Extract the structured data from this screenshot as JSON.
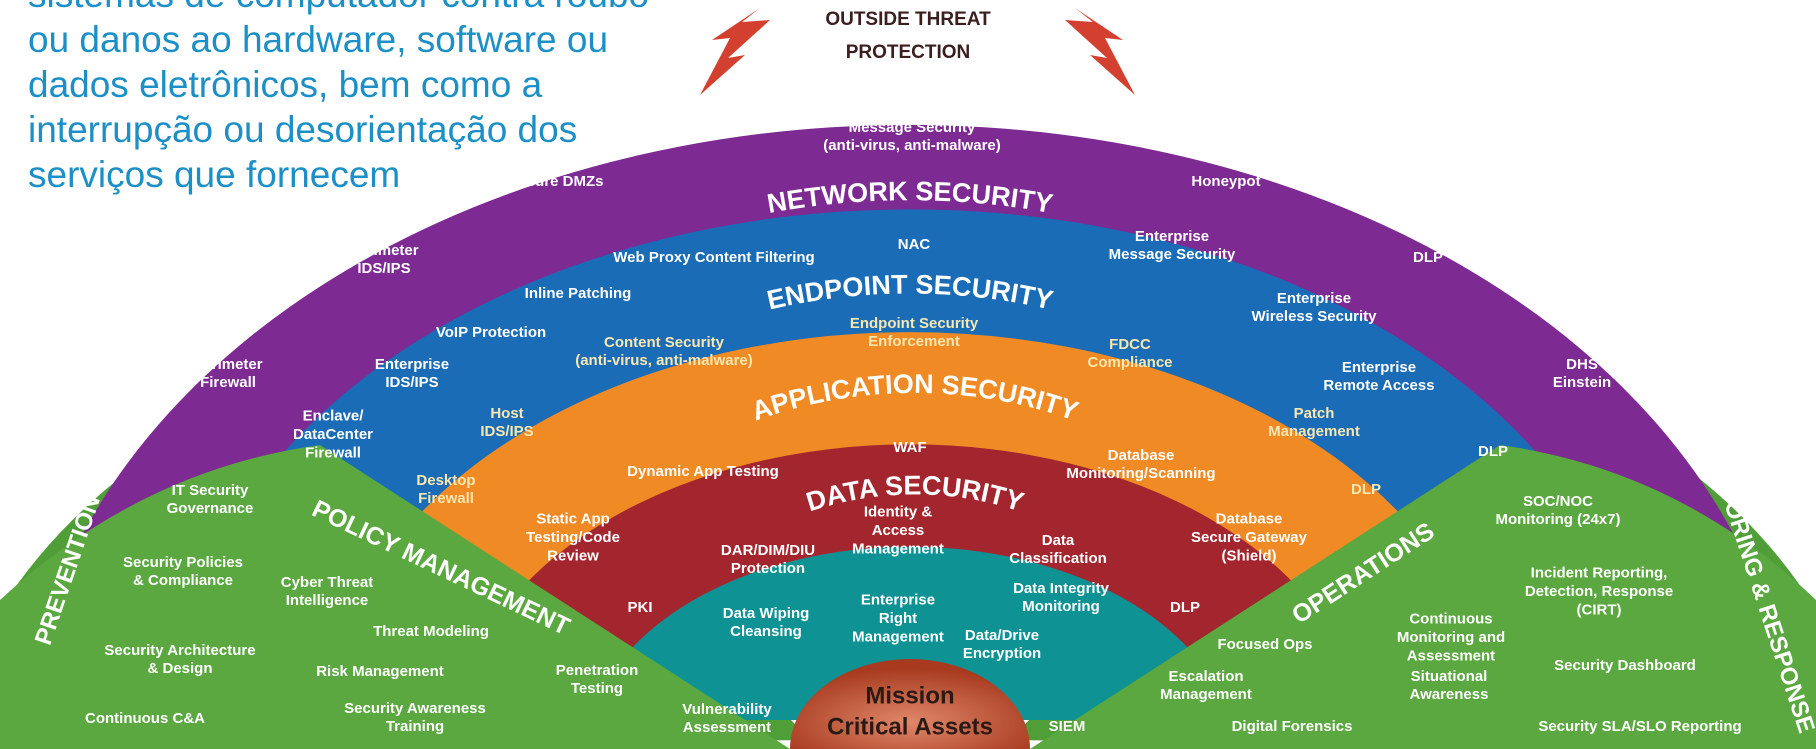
{
  "intro_text": "sistemas de computador contra roubo\nou danos ao hardware, software ou\ndados eletrônicos, bem como a\ninterrupção ou desorientação dos\nserviços que fornecem",
  "threat": {
    "line1": "OUTSIDE THREAT",
    "line2": "PROTECTION"
  },
  "colors": {
    "perimeter": "#7d2a93",
    "network": "#1a6cb6",
    "endpoint": "#f08a24",
    "application": "#a3262f",
    "data": "#0f9294",
    "base": "#4f9e38",
    "core": "#b84b2c"
  },
  "rings": {
    "perimeter": {
      "title": "PERIMETER SECURITY",
      "items": {
        "message_security": [
          "Message Security",
          "(anti-virus, anti-malware)"
        ],
        "secure_dmzs": [
          "Secure DMZs"
        ],
        "honeypot": [
          "Honeypot"
        ],
        "perimeter_ids": [
          "Perimeter",
          "IDS/IPS"
        ],
        "dlp": [
          "DLP"
        ],
        "perimeter_firewall": [
          "Perimeter",
          "Firewall"
        ],
        "dhs_einstein": [
          "DHS",
          "Einstein"
        ]
      }
    },
    "network": {
      "title": "NETWORK SECURITY",
      "items": {
        "web_proxy": [
          "Web Proxy Content Filtering"
        ],
        "nac": [
          "NAC"
        ],
        "enterprise_message": [
          "Enterprise",
          "Message Security"
        ],
        "inline_patching": [
          "Inline Patching"
        ],
        "enterprise_wireless": [
          "Enterprise",
          "Wireless Security"
        ],
        "voip": [
          "VoIP Protection"
        ],
        "enterprise_ids": [
          "Enterprise",
          "IDS/IPS"
        ],
        "enterprise_remote": [
          "Enterprise",
          "Remote Access"
        ],
        "enclave_firewall": [
          "Enclave/",
          "DataCenter",
          "Firewall"
        ],
        "dlp": [
          "DLP"
        ]
      }
    },
    "endpoint": {
      "title": "ENDPOINT SECURITY",
      "items": {
        "content_security": [
          "Content Security",
          "(anti-virus, anti-malware)"
        ],
        "endpoint_enforcement": [
          "Endpoint Security",
          "Enforcement"
        ],
        "fdcc": [
          "FDCC",
          "Compliance"
        ],
        "host_ids": [
          "Host",
          "IDS/IPS"
        ],
        "patch_management": [
          "Patch",
          "Management"
        ],
        "desktop_firewall": [
          "Desktop",
          "Firewall"
        ],
        "dlp": [
          "DLP"
        ]
      }
    },
    "application": {
      "title": "APPLICATION SECURITY",
      "items": {
        "waf": [
          "WAF"
        ],
        "dynamic_app_testing": [
          "Dynamic App Testing"
        ],
        "database_monitoring": [
          "Database",
          "Monitoring/Scanning"
        ],
        "static_app_testing": [
          "Static App",
          "Testing/Code",
          "Review"
        ],
        "database_gateway": [
          "Database",
          "Secure Gateway",
          "(Shield)"
        ]
      }
    },
    "data": {
      "title": "DATA SECURITY",
      "items": {
        "identity_access": [
          "Identity &",
          "Access",
          "Management"
        ],
        "dar_protection": [
          "DAR/DIM/DIU",
          "Protection"
        ],
        "data_classification": [
          "Data",
          "Classification"
        ],
        "data_integrity": [
          "Data Integrity",
          "Monitoring"
        ],
        "pki": [
          "PKI"
        ],
        "data_wiping": [
          "Data Wiping",
          "Cleansing"
        ],
        "enterprise_right": [
          "Enterprise",
          "Right",
          "Management"
        ],
        "dlp": [
          "DLP"
        ],
        "drive_encryption": [
          "Data/Drive",
          "Encryption"
        ]
      }
    }
  },
  "core": {
    "line1": "Mission",
    "line2": "Critical Assets"
  },
  "prevention": {
    "title": "PREVENTION",
    "items": {
      "it_governance": [
        "IT Security",
        "Governance"
      ],
      "policies": [
        "Security Policies",
        "& Compliance"
      ],
      "architecture": [
        "Security Architecture",
        "& Design"
      ],
      "continuous_ca": [
        "Continuous C&A"
      ]
    }
  },
  "policy_management": {
    "title": "POLICY MANAGEMENT",
    "items": {
      "cyber_threat": [
        "Cyber Threat",
        "Intelligence"
      ],
      "threat_modeling": [
        "Threat Modeling"
      ],
      "risk_management": [
        "Risk Management"
      ],
      "awareness": [
        "Security Awareness",
        "Training"
      ],
      "penetration": [
        "Penetration",
        "Testing"
      ],
      "vulnerability": [
        "Vulnerability",
        "Assessment"
      ]
    }
  },
  "operations": {
    "title": "OPERATIONS",
    "items": {
      "focused_ops": [
        "Focused Ops"
      ],
      "continuous_monitoring": [
        "Continuous",
        "Monitoring and",
        "Assessment"
      ],
      "situational": [
        "Situational",
        "Awareness"
      ],
      "escalation": [
        "Escalation",
        "Management"
      ],
      "siem": [
        "SIEM"
      ],
      "digital_forensics": [
        "Digital Forensics"
      ]
    }
  },
  "monitoring_response": {
    "title": "MONITORING & RESPONSE",
    "items": {
      "soc_noc": [
        "SOC/NOC",
        "Monitoring (24x7)"
      ],
      "incident_reporting": [
        "Incident Reporting,",
        "Detection, Response",
        "(CIRT)"
      ],
      "security_dashboard": [
        "Security Dashboard"
      ],
      "sla_slo": [
        "Security SLA/SLO Reporting"
      ]
    }
  }
}
